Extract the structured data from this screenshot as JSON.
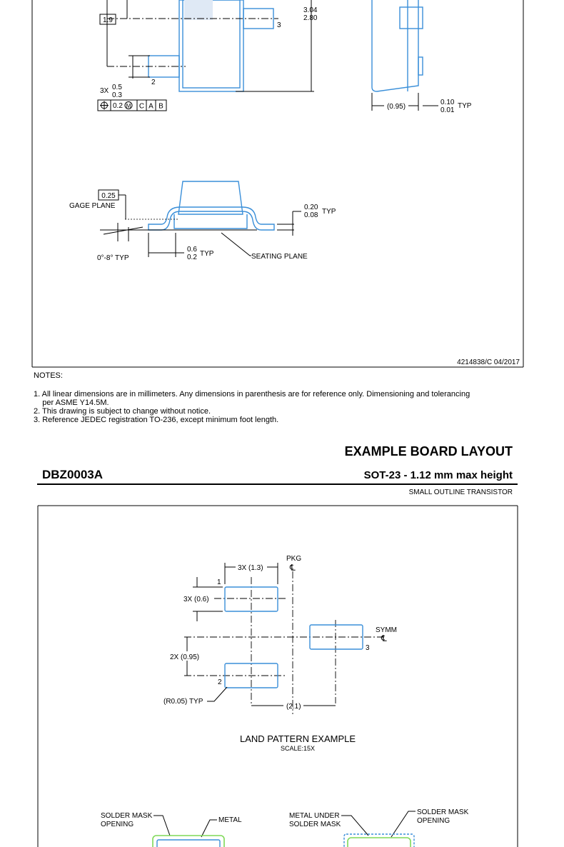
{
  "upper_drawing": {
    "dims": {
      "d_1_9": "1.9",
      "d_3_04": "3.04",
      "d_2_80": "2.80",
      "pin3": "3",
      "pin2": "2",
      "d_3x": "3X",
      "d_0_5": "0.5",
      "d_0_3": "0.3",
      "fcf_tol": "0.2",
      "fcf_m": "M",
      "fcf_c": "C",
      "fcf_a": "A",
      "fcf_b": "B",
      "d_095": "(0.95)",
      "d_010": "0.10",
      "d_001": "0.01",
      "typ": "TYP",
      "d_025": "0.25",
      "gage_plane": "GAGE PLANE",
      "d_020": "0.20",
      "d_008": "0.08",
      "angle": "0°-8° TYP",
      "d_06": "0.6",
      "d_02": "0.2",
      "seating_plane": "SEATING PLANE"
    },
    "doc_id": "4214838/C   04/2017"
  },
  "notes": {
    "heading": "NOTES:",
    "items": [
      "1. All linear dimensions are in millimeters. Any dimensions in parenthesis are for reference only. Dimensioning and tolerancing",
      "    per ASME Y14.5M.",
      "2. This drawing is subject to change without notice.",
      "3. Reference JEDEC registration TO-236, except minimum foot length."
    ]
  },
  "page_header": {
    "section_title": "EXAMPLE BOARD LAYOUT",
    "part_number": "DBZ0003A",
    "package": "SOT-23 - 1.12 mm max height",
    "package_type": "SMALL OUTLINE TRANSISTOR"
  },
  "land_pattern": {
    "pkg": "PKG",
    "cl": "℄",
    "d_3x13": "3X (1.3)",
    "pin1": "1",
    "d_3x06": "3X (0.6)",
    "symm": "SYMM",
    "pin3": "3",
    "d_2x095": "2X (0.95)",
    "pin2": "2",
    "r005": "(R0.05) TYP",
    "d_21": "(2.1)",
    "title": "LAND PATTERN EXAMPLE",
    "scale": "SCALE:15X"
  },
  "solder_mask": {
    "left_label_1": "SOLDER MASK",
    "left_label_2": "OPENING",
    "metal": "METAL",
    "right_label_1": "METAL UNDER",
    "right_label_2": "SOLDER MASK",
    "right_label_3": "SOLDER MASK",
    "right_label_4": "OPENING"
  },
  "colors": {
    "outline_blue": "#3a8fd9",
    "mask_green": "#7ed957"
  }
}
